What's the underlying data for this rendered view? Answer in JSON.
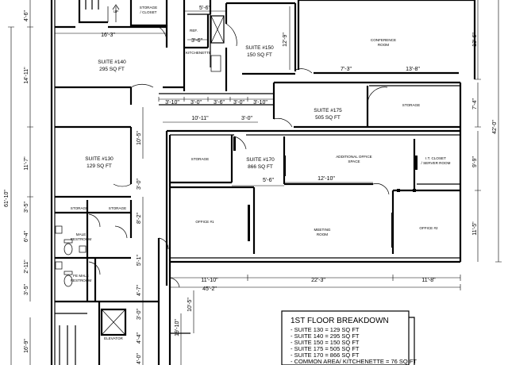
{
  "rooms": {
    "storage_closet": [
      "STORAGE",
      "/ CLOSET"
    ],
    "up": "UP",
    "ref": "REF.",
    "kitchenette": "KITCHENETTE",
    "suite_150": [
      "SUITE #150",
      "150 SQ FT"
    ],
    "conference": [
      "CONFERENCE",
      "ROOM"
    ],
    "suite_140": [
      "SUITE #140",
      "295 SQ FT"
    ],
    "suite_175": [
      "SUITE #175",
      "505 SQ FT"
    ],
    "storage_175": "STORAGE",
    "suite_130": [
      "SUITE #130",
      "129 SQ FT"
    ],
    "storage_170": "STORAGE",
    "suite_170": [
      "SUITE #170",
      "866 SQ FT"
    ],
    "additional_office": [
      "ADDITIONAL OFFICE",
      "SPACE"
    ],
    "it_closet": [
      "I.T. CLOSET",
      "/ SERVER ROOM"
    ],
    "storage_a": "STORAGE",
    "storage_b": "STORAGE",
    "male_restroom": [
      "MALE",
      "RESTROOM"
    ],
    "female_restroom": [
      "FE MALE",
      "RESTROOM"
    ],
    "office_1": "OFFICE #1",
    "meeting_room": [
      "MEETING",
      "ROOM"
    ],
    "office_2": "OFFICE #2",
    "elevator": "ELEVATOR"
  },
  "dimensions": {
    "d_5_6": "5'-6\"",
    "d_16_3": "16'-3\"",
    "d_3_6_ref": "3'-6\"",
    "d_12_9": "12'-9\"",
    "d_7_3": "7'-3\"",
    "d_13_8": "13'-8\"",
    "d_13_6": "13'-6\"",
    "d_14_11": "14'-11\"",
    "d_4_6": "4'-6\"",
    "d_3_10_a": "3'-10\"",
    "d_3_0_a": "3'-0\"",
    "d_3_6_b": "3'-6\"",
    "d_3_0_b": "3'-0\"",
    "d_3_10_b": "3'-10\"",
    "d_7_4": "7'-4\"",
    "d_10_11": "10'-11\"",
    "d_3_0_c": "3'-0\"",
    "d_42_0": "42'-0\"",
    "d_10_5": "10'-5\"",
    "d_11_7": "11'-7\"",
    "d_9_9": "9'-9\"",
    "d_5_6_b": "5'-6\"",
    "d_12_10": "12'-10\"",
    "d_3_0_d": "3'-0\"",
    "d_61_10": "61'-10\"",
    "d_3_5": "3'-5\"",
    "d_8_2": "8'-2\"",
    "d_6_4": "6'-4\"",
    "d_11_5": "11'-5\"",
    "d_5_1": "5'-1\"",
    "d_2_11": "2'-11\"",
    "d_11_10": "11'-10\"",
    "d_22_3": "22'-3\"",
    "d_11_8": "11'-8\"",
    "d_45_2": "45'-2\"",
    "d_3_5_b": "3'-5\"",
    "d_4_7": "4'-7\"",
    "d_10_5_b": "10'-5\"",
    "d_3_0_e": "3'-0\"",
    "d_19_10": "19'-10\"",
    "d_4_4": "4'-4\"",
    "d_16_9": "16'-9\"",
    "d_4_0": "4'-0\""
  },
  "legend": {
    "title": "1ST FLOOR BREAKDOWN",
    "items": [
      "- SUITE 130 = 129 SQ FT",
      "- SUITE 140 = 295 SQ FT",
      "- SUITE 150 = 150 SQ FT",
      "- SUITE 175 = 505 SQ FT",
      "- SUITE 170 = 866 SQ FT",
      "- COMMON AREA/ KITCHENETTE = 76 SQ FT"
    ]
  }
}
